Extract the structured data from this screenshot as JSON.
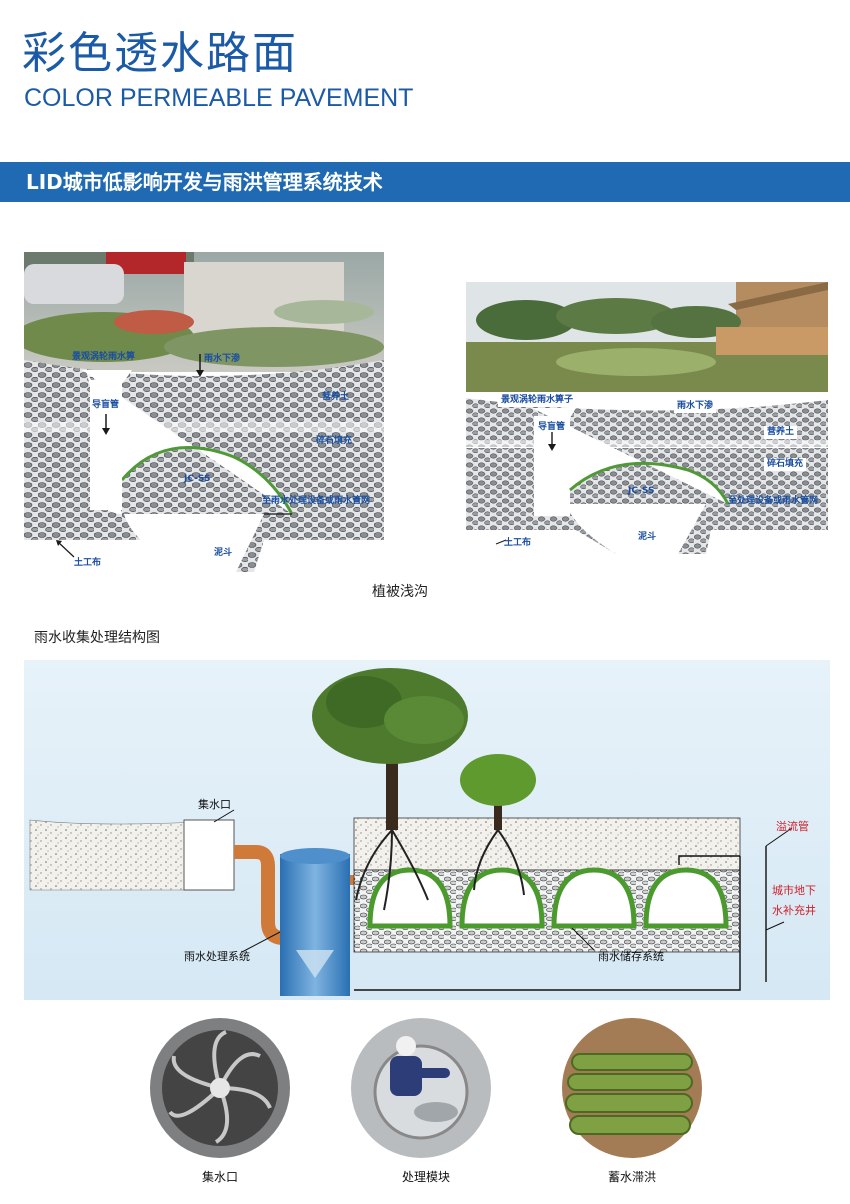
{
  "header": {
    "title_cn": "彩色透水路面",
    "title_en": "COLOR PERMEABLE PAVEMENT"
  },
  "banner": {
    "text": "LID城市低影响开发与雨洪管理系统技术"
  },
  "diagram_left": {
    "labels": {
      "inlet": "景观涡轮雨水箅",
      "infiltration": "雨水下渗",
      "guide_pipe": "导盲管",
      "nutrient_soil": "营养土",
      "gravel_fill": "碎石填充",
      "module": "JC-SS",
      "to_network": "至雨水处理设备或雨水管网",
      "geotextile": "土工布",
      "mud_bucket": "泥斗"
    }
  },
  "diagram_right": {
    "labels": {
      "inlet": "景观涡轮雨水箅子",
      "infiltration": "雨水下渗",
      "guide_pipe": "导盲管",
      "nutrient_soil": "营养土",
      "gravel_fill": "碎石填充",
      "module": "JC-SS",
      "to_network": "至处理设备或雨水管网",
      "geotextile": "土工布",
      "mud_bucket": "泥斗"
    }
  },
  "caption_swale": "植被浅沟",
  "section_title": "雨水收集处理结构图",
  "structure_diagram": {
    "labels": {
      "collector": "集水口",
      "treatment_system": "雨水处理系统",
      "storage_system": "雨水储存系统",
      "overflow": "溢流管",
      "recharge_line1": "城市地下",
      "recharge_line2": "水补充井"
    }
  },
  "photos": [
    {
      "caption": "集水口",
      "icon": "drain-grate"
    },
    {
      "caption": "处理模块",
      "icon": "worker-in-well"
    },
    {
      "caption": "蓄水滞洪",
      "icon": "pipes-in-trench"
    }
  ],
  "colors": {
    "brand_blue": "#1b5aa6",
    "banner_blue": "#1f6ab2",
    "label_blue": "#1a4ea0",
    "label_red": "#d0202a",
    "vegetation_green": "#3f8a2c",
    "pipe_orange": "#d07a3a"
  }
}
